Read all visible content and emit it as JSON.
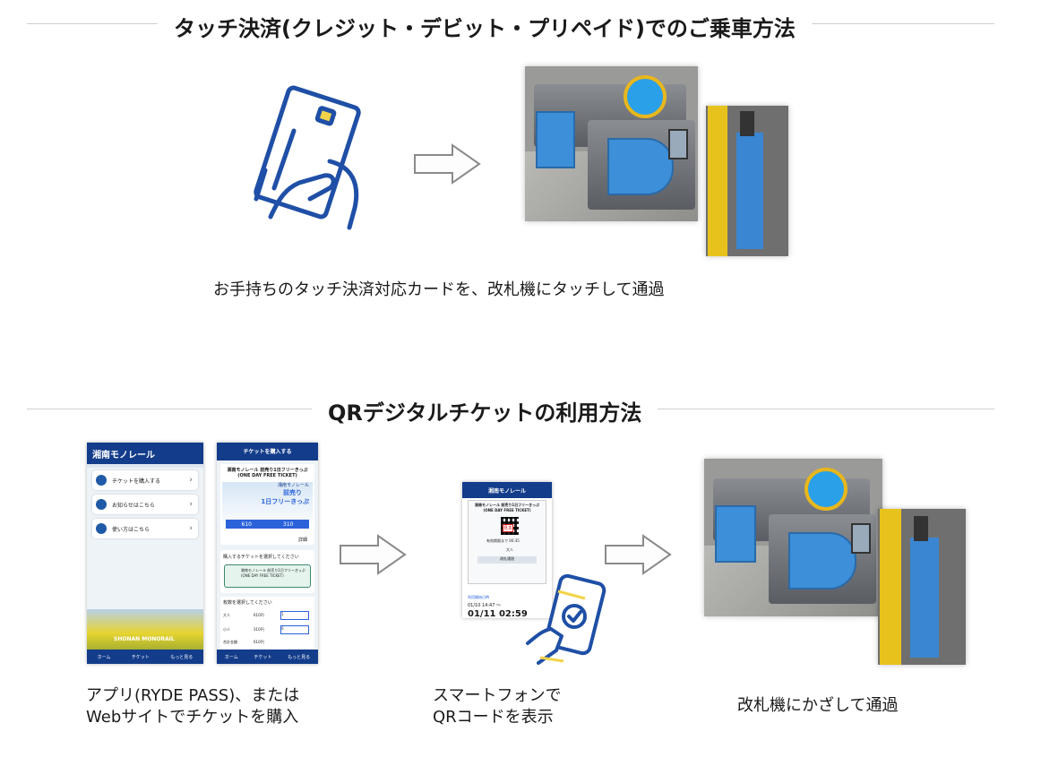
{
  "section1": {
    "title": "タッチ決済(クレジット・デビット・プリペイド)でのご乗車方法",
    "caption": "お手持ちのタッチ決済対応カードを、改札機にタッチして通過"
  },
  "section2": {
    "title": "QRデジタルチケットの利用方法",
    "steps": [
      {
        "line1": "アプリ(RYDE PASS)、または",
        "line2": "Webサイトでチケットを購入"
      },
      {
        "line1": "スマートフォンで",
        "line2": "QRコードを表示"
      },
      {
        "line1": "改札機にかざして通過"
      }
    ]
  },
  "app_home": {
    "brand": "湘南モノレール",
    "menu": [
      "チケットを購入する",
      "お知らせはこちら",
      "使い方はこちら"
    ],
    "nav": [
      "ホーム",
      "チケット",
      "もっと見る"
    ],
    "logo_text": "SHONAN MONORAIL"
  },
  "purchase_screen": {
    "header": "チケットを購入する",
    "ticket_name": "湘南モノレール 前売り1日フリーきっぷ(ONE DAY FREE TICKET)",
    "banner_lines": [
      "湘南モノレール",
      "前売り",
      "1日フリーきっぷ"
    ],
    "price_adult": "610",
    "price_child": "310",
    "detail_label": "詳細",
    "select_label": "購入するチケットを選択してください",
    "option_text": "湘南モノレール 前売り1日フリーきっぷ(ONE DAY FREE TICKET)",
    "count_label": "枚数を選択してください",
    "rows": [
      {
        "label": "大人",
        "price": "610円",
        "qty": "1"
      },
      {
        "label": "小人",
        "price": "310円",
        "qty": "0"
      }
    ],
    "total_label": "合計金額",
    "total_value": "610円",
    "nav": [
      "ホーム",
      "チケット",
      "もっと見る"
    ]
  },
  "qr_screen": {
    "brand": "湘南モノレール",
    "ticket_name": "湘南モノレール 前売り1日フリーきっぷ(ONE DAY FREE TICKET)",
    "stamp": "見本",
    "expiry": "有効期限まで 00:35",
    "fare_type": "大人",
    "button": "改札通過",
    "usage_label": "利用開始日時",
    "time_small": "01/10 14:47 〜",
    "time_large": "01/11 02:59"
  },
  "colors": {
    "brand": "#133c8b",
    "accent": "#2b62d9",
    "gate_blue": "#3c8fd8",
    "yellow": "#e8c21c"
  }
}
